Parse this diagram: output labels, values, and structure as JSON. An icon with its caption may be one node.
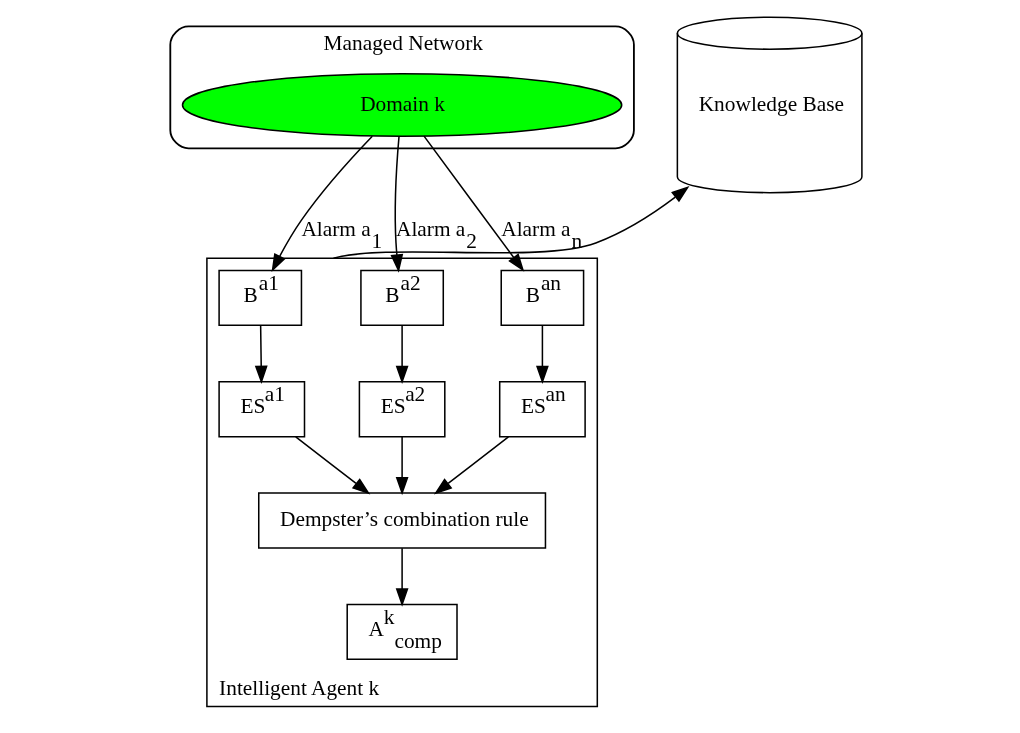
{
  "diagram": {
    "nodes": [
      {
        "text": [
          "Managed Network"
        ]
      },
      {
        "text": [
          "Domain k"
        ],
        "in": 0
      },
      {
        "text": [
          "Intelligent Agent k"
        ]
      },
      {
        "text": [
          "B$^{a1}$"
        ],
        "in": 2
      },
      {
        "text": [
          "B$^{a2}$"
        ],
        "in": 2
      },
      {
        "text": [
          "B$^{an}$"
        ],
        "in": 2
      },
      {
        "text": [
          "ES$^{a1}$"
        ],
        "in": 2
      },
      {
        "text": [
          "ES$^{a2}$"
        ],
        "in": 2
      },
      {
        "text": [
          "ES$^{an}$"
        ],
        "in": 2
      },
      {
        "text": [
          "Dempster’s combination rule"
        ],
        "in": 2
      },
      {
        "text": [
          "A$^{k}$$_{comp}$"
        ],
        "in": 2
      },
      {
        "text": [
          "Knowledge Base"
        ]
      }
    ],
    "edges": [
      {
        "from": 1,
        "to": 3,
        "arrow": "to",
        "label": "Alarm a$_{1}$"
      },
      {
        "from": 1,
        "to": 4,
        "arrow": "to",
        "label": "Alarm a$_{2}$"
      },
      {
        "from": 1,
        "to": 5,
        "arrow": "to",
        "label": "Alarm a$_{n}$"
      },
      {
        "from": 3,
        "to": 6,
        "arrow": "to"
      },
      {
        "from": 4,
        "to": 7,
        "arrow": "to"
      },
      {
        "from": 5,
        "to": 8,
        "arrow": "to"
      },
      {
        "from": 6,
        "to": 9,
        "arrow": "to"
      },
      {
        "from": 7,
        "to": 9,
        "arrow": "to"
      },
      {
        "from": 8,
        "to": 9,
        "arrow": "to"
      },
      {
        "from": 9,
        "to": 10,
        "arrow": "to"
      },
      {
        "from": 2,
        "to": 11,
        "arrow": "to"
      }
    ]
  }
}
